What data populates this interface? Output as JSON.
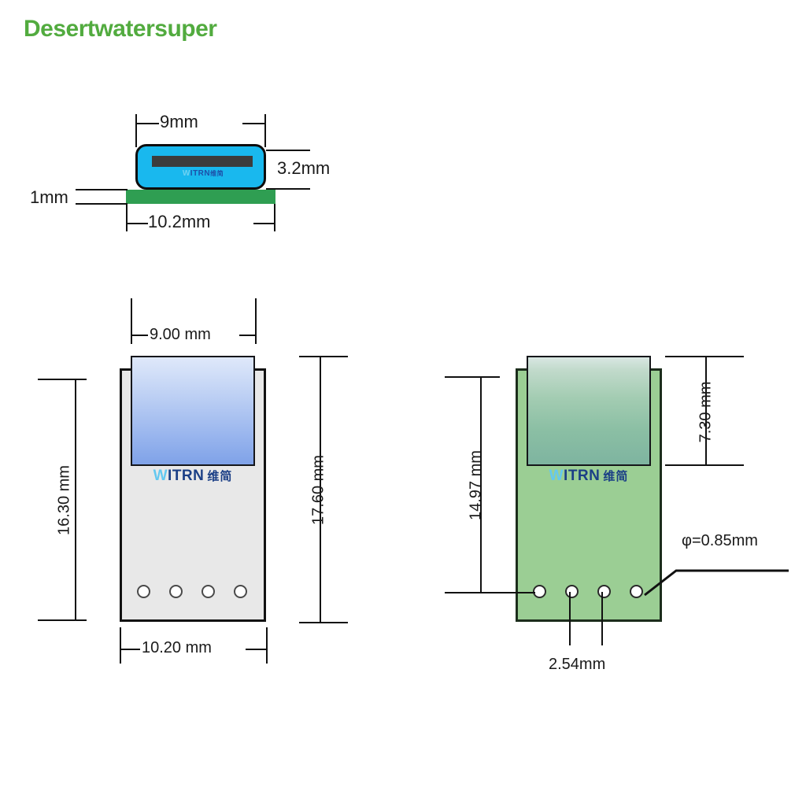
{
  "watermark": {
    "text": "Desertwatersuper",
    "color": "#52ab3f"
  },
  "brand": {
    "logo_w": "W",
    "logo_rest": "ITRN",
    "logo_cn": "维简",
    "full": "WITRN 维简"
  },
  "side_view": {
    "name": "side-profile-view",
    "dimensions": {
      "top_width": "9mm",
      "body_height": "3.2mm",
      "base_height": "1mm",
      "base_width": "10.2mm"
    },
    "colors": {
      "body": "#19b8ee",
      "slot": "#3c3c3c",
      "base": "#2f9e52"
    }
  },
  "front_view_blue": {
    "name": "front-view-white-board",
    "dimensions": {
      "screen_width": "9.00 mm",
      "board_height_left": "16.30 mm",
      "board_height_right": "17.60 mm",
      "board_width": "10.20 mm"
    },
    "hole_count": 4,
    "colors": {
      "board": "#e8e8e8",
      "screen_top": "#dfe8fa",
      "screen_bottom": "#7fa2e8"
    }
  },
  "front_view_green": {
    "name": "front-view-green-board",
    "dimensions": {
      "height_to_holes": "14.97 mm",
      "screen_height": "7.30 mm",
      "hole_diameter": "φ=0.85mm",
      "hole_pitch": "2.54mm"
    },
    "hole_count": 4,
    "colors": {
      "board": "#9bce94",
      "screen_top": "#d9e7e2",
      "screen_bottom": "#7eb4a0"
    }
  }
}
